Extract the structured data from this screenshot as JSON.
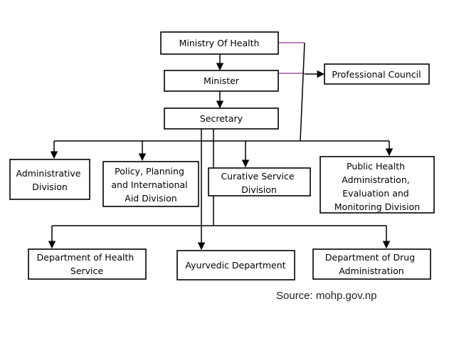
{
  "nodes": {
    "ministry": [
      "Ministry Of Health"
    ],
    "minister": [
      "Minister"
    ],
    "secretary": [
      "Secretary"
    ],
    "council": [
      "Professional Council"
    ],
    "admin": [
      "Administrative",
      "Division"
    ],
    "policy": [
      "Policy, Planning",
      "and International",
      "Aid Division"
    ],
    "curative": [
      "Curative Service",
      "Division"
    ],
    "publichealth": [
      "Public  Health",
      "Administration,",
      "Evaluation and",
      "Monitoring Division"
    ],
    "dohs": [
      "Department of Health",
      "Service"
    ],
    "ayurvedic": [
      "Ayurvedic Department"
    ],
    "dda": [
      "Department of Drug",
      "Administration"
    ]
  },
  "edges": [
    {
      "from": "ministry",
      "to": "minister"
    },
    {
      "from": "minister",
      "to": "secretary"
    },
    {
      "from": "secretary",
      "to": "admin"
    },
    {
      "from": "secretary",
      "to": "policy"
    },
    {
      "from": "secretary",
      "to": "curative"
    },
    {
      "from": "secretary",
      "to": "publichealth"
    },
    {
      "from": "secretary",
      "to": "ayurvedic"
    },
    {
      "from": "secretary",
      "to": "dohs"
    },
    {
      "from": "secretary",
      "to": "dda"
    },
    {
      "from": "ministry",
      "to": "council"
    },
    {
      "from": "minister",
      "to": "council"
    }
  ],
  "source": "Source: mohp.gov.np"
}
